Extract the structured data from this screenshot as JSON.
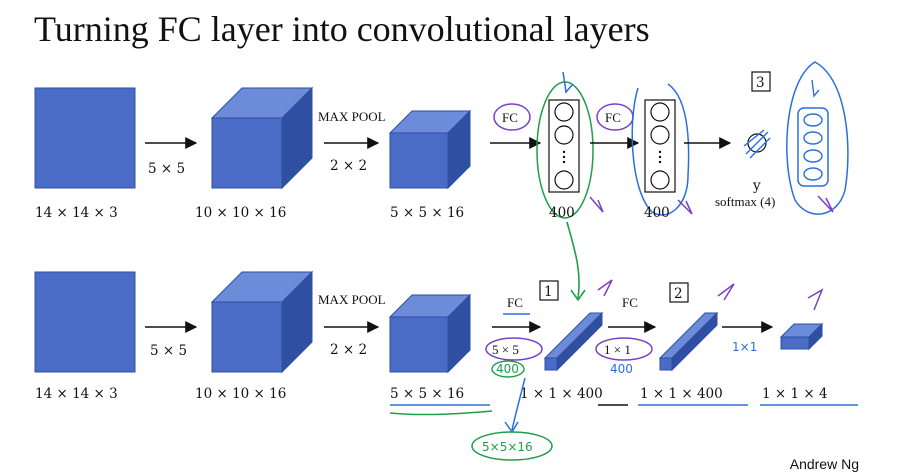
{
  "title": "Turning FC layer into convolutional layers",
  "colors": {
    "block_front": "#4a6cc7",
    "block_top": "#6c8bd9",
    "block_side": "#2f4fa3",
    "annotation_blue": "#2a6fe0",
    "annotation_green": "#1f9e4b",
    "annotation_purple": "#7a3fc8"
  },
  "top_row": {
    "input_dims": "14 × 14 × 3",
    "conv_filter": "5 × 5",
    "conv_dims": "10 × 10 × 16",
    "pool_label": "MAX POOL",
    "pool_size": "2 × 2",
    "pool_dims": "5 × 5 × 16",
    "fc1_label": "FC",
    "fc1_units": "400",
    "fc2_label": "FC",
    "fc2_units": "400",
    "step_number": "3",
    "output_label": "y",
    "softmax_label": "softmax (4)"
  },
  "bottom_row": {
    "input_dims": "14 × 14 × 3",
    "conv_filter": "5 × 5",
    "conv_dims": "10 × 10 × 16",
    "pool_label": "MAX POOL",
    "pool_size": "2 × 2",
    "pool_dims": "5 × 5 × 16",
    "fc1_label": "FC",
    "fc1_filter": "5 × 5",
    "fc1_filter_note": "400",
    "step1_number": "1",
    "fc1_dims": "1 × 1 × 400",
    "fc2_label": "FC",
    "fc2_filter": "1 × 1",
    "fc2_filter_note": "400",
    "step2_number": "2",
    "fc2_dims": "1 × 1 × 400",
    "fc3_filter": "1×1",
    "output_dims": "1 × 1 × 4",
    "filter_shape_note": "5×5×16"
  },
  "footer": "Andrew Ng"
}
